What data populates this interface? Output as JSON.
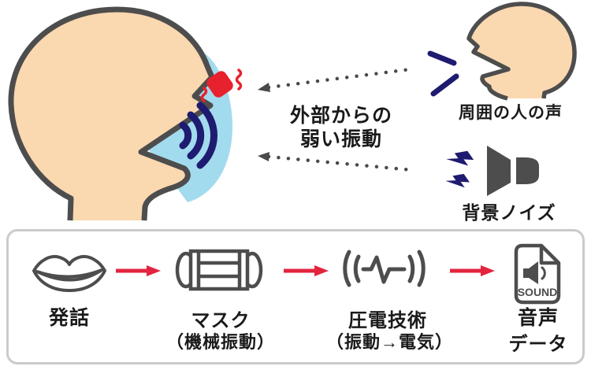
{
  "illustration": {
    "external_vibration_line1": "外部からの",
    "external_vibration_line2": "弱い振動",
    "surrounding_voice_label": "周囲の人の声",
    "background_noise_label": "背景ノイズ"
  },
  "flow_panel": {
    "steps": [
      {
        "label": "発話",
        "sublabel": ""
      },
      {
        "label": "マスク",
        "sublabel": "（機械振動）"
      },
      {
        "label": "圧電技術",
        "sublabel": "（振動→電気）"
      },
      {
        "label": "音声",
        "sublabel": "データ"
      }
    ],
    "sound_file_icon_text": "SOUND"
  },
  "colors": {
    "skin": "#fad8b0",
    "outline_gray": "#4d4d4d",
    "mask_blue": "#a3dbee",
    "navy": "#1e1b70",
    "sensor_red": "#e8212e",
    "arrow_red": "#e3243e",
    "panel_border": "#cbcbcb",
    "text": "#1a1a1a"
  },
  "icons": [
    "masked-head-icon",
    "vibration-sensor-icon",
    "sound-wave-icon",
    "dotted-arrow-icon",
    "talking-head-icon",
    "speech-marks-icon",
    "speaker-icon",
    "noise-bolt-icon",
    "mouth-icon",
    "face-mask-icon",
    "piezo-vibration-icon",
    "sound-file-icon",
    "flow-arrow-icon"
  ]
}
